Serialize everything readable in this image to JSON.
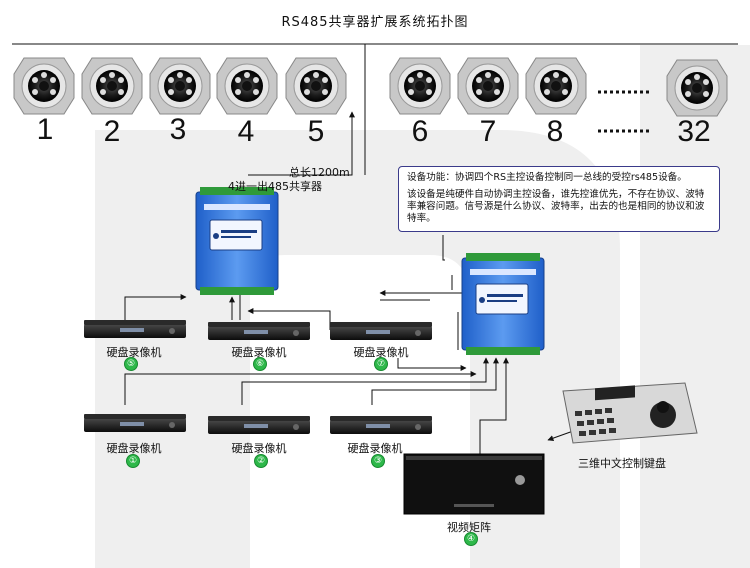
{
  "title": "RS485共享器扩展系统拓扑图",
  "cameras_left": [
    "1",
    "2",
    "3",
    "4",
    "5"
  ],
  "cameras_right": [
    "6",
    "7",
    "8",
    "32"
  ],
  "cable_length": "总长1200m",
  "sharer_label": "4进一出485共享器",
  "info_box": {
    "function": "设备功能：协调四个RS主控设备控制同一总线的受控rs485设备。",
    "description": "该设备是纯硬件自动协调主控设备，谁先控谁优先，不存在协议、波特率兼容问题。信号源是什么协议、波特率，出去的也是相同的协议和波特率。"
  },
  "dvrs": [
    {
      "label": "硬盘录像机",
      "num": "⑤"
    },
    {
      "label": "硬盘录像机",
      "num": "⑥"
    },
    {
      "label": "硬盘录像机",
      "num": "⑦"
    },
    {
      "label": "硬盘录像机",
      "num": "①"
    },
    {
      "label": "硬盘录像机",
      "num": "②"
    },
    {
      "label": "硬盘录像机",
      "num": "③"
    }
  ],
  "matrix": {
    "label": "视频矩阵",
    "num": "④"
  },
  "keyboard_label": "三维中文控制键盘",
  "colors": {
    "line": "#111111",
    "badge": "#2eb84a",
    "device_blue": "#2f6fd6",
    "terminal_green": "#2f9a3a"
  }
}
